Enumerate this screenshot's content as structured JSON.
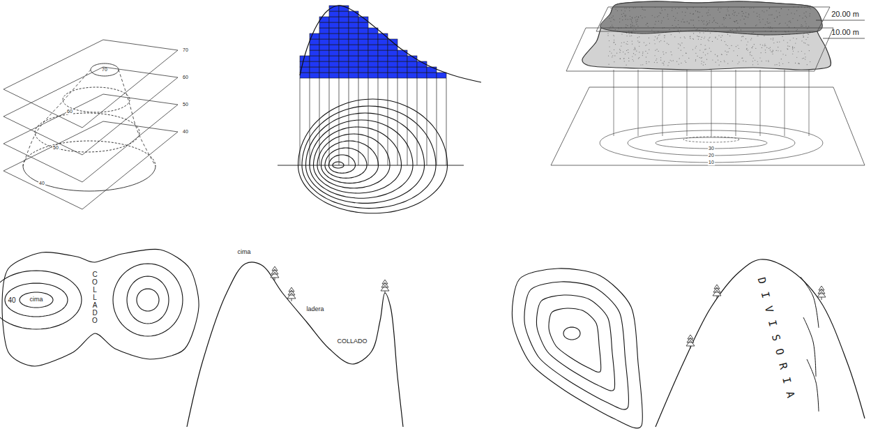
{
  "diagram": {
    "labels": [
      "70",
      "60",
      "50",
      "40",
      "70",
      "60",
      "50",
      "40",
      "20.00 m",
      "10.00 m",
      "30",
      "20",
      "10",
      "40",
      "cima",
      "COLLADO",
      "cima",
      "ladera",
      "COLLADO",
      "DIVISORIA"
    ]
  }
}
